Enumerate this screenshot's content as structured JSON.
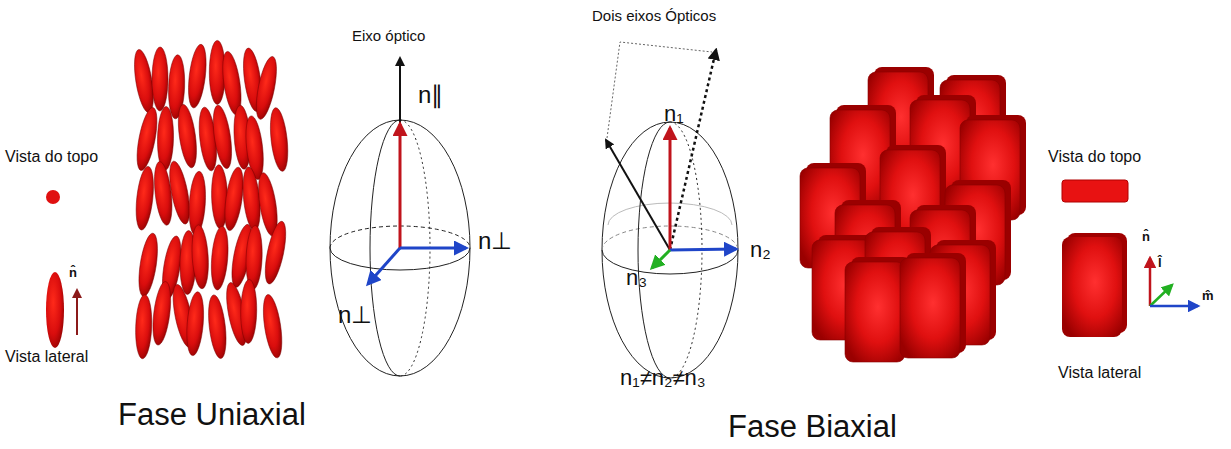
{
  "diagram": {
    "labels": [
      "Vista do topo",
      "Vista lateral",
      "n̂",
      "Eixo óptico",
      "n∥",
      "n⊥",
      "n⊥",
      "Fase Uniaxial",
      "Dois eixos Ópticos",
      "n₁",
      "n₂",
      "n₃",
      "n₁≠n₂≠n₃",
      "Vista do  topo",
      "n̂",
      "l̂",
      "m̂",
      "Vista lateral",
      "Fase Biaxial"
    ]
  }
}
